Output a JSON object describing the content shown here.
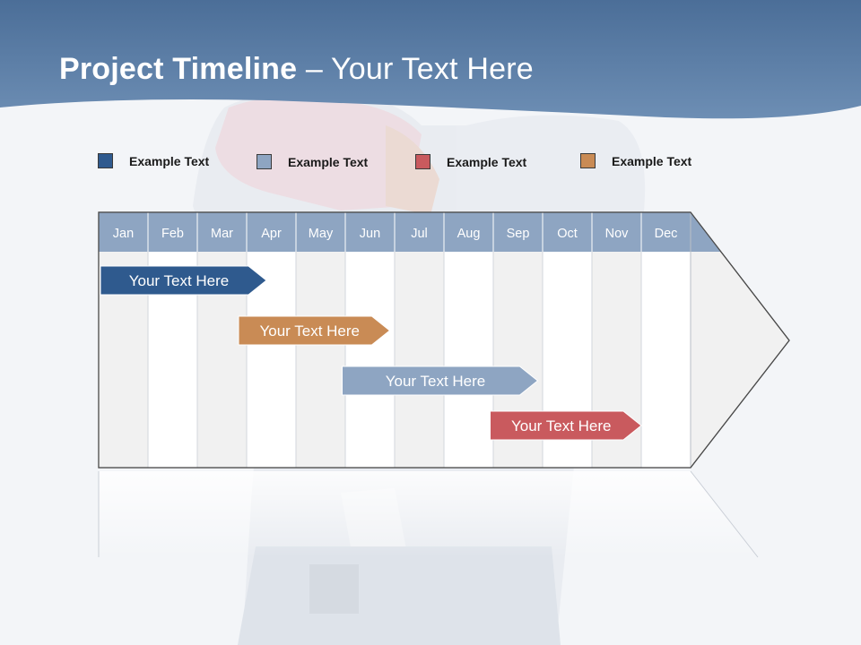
{
  "slide": {
    "title_bold": "Project Timeline",
    "title_rest": " – Your Text Here"
  },
  "legend": [
    {
      "label": "Example Text",
      "color": "#2f5a8e"
    },
    {
      "label": "Example Text",
      "color": "#8ea5c2"
    },
    {
      "label": "Example Text",
      "color": "#c95a5e"
    },
    {
      "label": "Example Text",
      "color": "#c98b55"
    }
  ],
  "timeline": {
    "months": [
      "Jan",
      "Feb",
      "Mar",
      "Apr",
      "May",
      "Jun",
      "Jul",
      "Aug",
      "Sep",
      "Oct",
      "Nov",
      "Dec"
    ],
    "header_color": "#8ea5c2",
    "bars": [
      {
        "label": "Your  Text Here",
        "start_month": 1,
        "end_month": 4.4,
        "color": "#2f5a8e"
      },
      {
        "label": "Your  Text Here",
        "start_month": 3.8,
        "end_month": 6.9,
        "color": "#c98b55"
      },
      {
        "label": "Your  Text Here",
        "start_month": 5.9,
        "end_month": 9.9,
        "color": "#8ea5c2"
      },
      {
        "label": "Your  Text Here",
        "start_month": 8.9,
        "end_month": 12.0,
        "color": "#c95a5e"
      }
    ]
  }
}
